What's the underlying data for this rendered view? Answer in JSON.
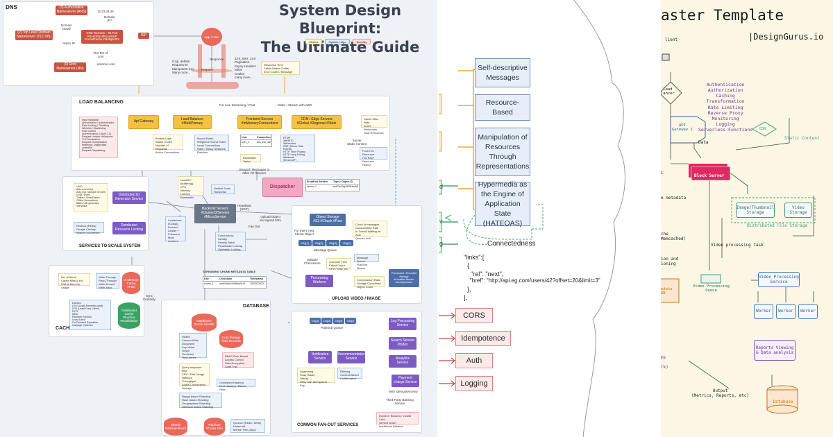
{
  "left": {
    "title_line1": "System Design Blueprint:",
    "title_line2": "The Ultimate Guide",
    "legend": [
      "Metrics",
      "Options / Algo",
      "Security"
    ],
    "dns": {
      "title": "DNS",
      "authoritative": "(3) Authoritative Nameserver (ANS)",
      "tld": "(2) Top Level Domain Nameserver (TLD NS)",
      "root": "(1) Root Nameserver (RN)",
      "resolver": "DNS Resolver - 53 Port\n#GeoDNS #Root #ISP\n#LocalCache #MultipleIPs",
      "isp": "ISP",
      "ip": "12.23.34.45",
      "domain_ip": "Domain\nIP?",
      "domain_detail": "Domain\nDetail",
      "ans_ip": "ANS's IP",
      "tld_ns": "TLD NS of\n.com",
      "amazon": "amazon.com"
    },
    "client": {
      "app_user": "App / User",
      "request": "Request",
      "response": "Response",
      "req_notes": "Gzip, deflate\nRequest ID\nIdempotent Key\nMany more...",
      "res_notes": "4XX, 5XX, 2XX\nPagination\nExpiry Headers\nMime\nCookie\nmany more...",
      "metrics_notes": "Response Time\nFailed Status Codes\nError Codes / Message"
    },
    "lb": {
      "title": "LOAD BALANCING",
      "live": "For Live Streaming / Chat",
      "static": "Static / Stream with ABR",
      "api_gateway": "Api Gateway",
      "load_balancer": "Load Balancer\n#MultiPrimary",
      "frontend": "Frontend Servers\n#InMemoryConnections",
      "cdn": "CDN / Edge Servers\n#Global #Regional #Stats",
      "gw_security": "Input Validation\nAuthorization / Authentication\nRate Limiting / Throttling\nWhitelist / Blacklisting\nFlow Control\nAuthentication (OAuth 2.0)\nRequest Header Validations\nTLS Termination\nRequest Deduplication\nMetering / Usage data collection\nRequest Dispatching",
      "gw_metrics": "Access Logs\nStatus Codes\nNumber of Requests\nActive Connections",
      "lb_algos": "Round Robin\nWeighted Round Robin\nLeast Connections\nHash / Sticky Sessions\nRandom",
      "fe_table_head": [
        "User",
        "Connection"
      ],
      "fe_table_row": [
        "user_1",
        "abs_inst_ddi"
      ],
      "fe_metrics": "Bandwidth\nTopics",
      "fe_protocols": "RTMP\nWebRTC\nWebsocket\nSSE (Server Side Events)\nHTTP Short Polling\nHTTP Long Polling\nWebhook\nStream API",
      "cdn_metrics": "Cache Miss Rate\nActive Resources\nTotal Resources",
      "server_static": "Server\nStatic Content",
      "cdn_algos": "Push Hot Resource\nPull Rare Resource\nHybrid",
      "dispatch_msg": "Dispatch Messages to\nother FE Servers",
      "dispatcher": "Dispatcher",
      "disp_table_head": [
        "FrontEnd Servers",
        "Topic / Object ID"
      ],
      "disp_table_row": [
        "server_1",
        "asd23sk3sj293f8asdb5"
      ]
    },
    "scale": {
      "title": "SERVICES TO SCALE SYSTEM",
      "id_notes": "UUID\nAuto Increment\nAuto Incr. Multiple Servers (Odd / Even)\nTwitter's SnowFlakes\nOffline Generations\nBaidu UID generator\nSonyflake",
      "id_gen": "Distributed ID\nGenerator Service",
      "lock_notes": "Redlock (Redis)\nGoogle Chubby\nApache Zookeeper",
      "lock": "Distributed\nResource Locking",
      "backend": "Backend Servers\n#ClusterOfServers\n#MicroService",
      "be_metrics": "Used/IO (buffering)\nCPU\nMemory\nLatency\nBandwidth",
      "scale_types": "Vertical Scale\nHorizontal",
      "leaders": "Leaderless\n#Gossip\nProtocol\nLeader +\nFollowers\nMulti Leaders",
      "concurrency": "Concurrency\nSerially\nSerially Batch\nPessimistic Locking\nOptimistic Locking",
      "heartbeat": "Heartbeat\n(UDP)",
      "fan_out": "Fan Out",
      "upload_url": "Upload Object\nvia Signed URL"
    },
    "upload": {
      "title": "UPLOAD VIDEO / IMAGE",
      "object_storage": "Object Storage\n#S3 #Chunk #Raw",
      "os_notes": "Count of messages\nConsumption Rate\nIn Transit Waiting for Acki\nQueue Limit",
      "every_chunk": "For every new\nChunk Object",
      "chunks": [
        "Obj[1]",
        "Obj[2]",
        "Obj[3]",
        "Obj[4]"
      ],
      "message_queue": "Message Queue",
      "validate": "Validate\nCheckssum",
      "mq_notes": "Compute Time\nFailed Count\nCPU / Disk, etc",
      "processing": "Processing\nWorkers",
      "queue_types": "Message Queue\nPub/Sub Queue",
      "processed": "Processed / Encoded\nStorage\n#Location #Index\n#Compression",
      "proc_notes": "Compression Ratio\nStorage Consumed\nObject Count"
    },
    "cache": {
      "title": "CACHE",
      "metrics": "No. of Items\nCache Miss & Hit\nDisk & Memory Usage",
      "strategies": "Write-Through\nRead-Through\nWrite-Around\nWrite-Back",
      "in_memory": "In Memory\nCache\n#Fast",
      "eviction": "Eviction\nLRU (Least Recently used)\nLFU (Least Freq. Used)\nFIFO\nMRU\nRandom Eviction\nLeast Used\nOn Demand Expiration\nGarbage Collector",
      "distributed": "Distributed\nCache\n#Eviction\n#Invalidation",
      "sync": "Sync\nCentrally"
    },
    "database": {
      "title": "DATABASE",
      "chunk_table_title": "STREAMING CHUNK METADATA TABLE",
      "chunk_head": [
        "Key",
        "Checksum",
        "Timestamp"
      ],
      "chunk_row": [
        "chunk_1",
        "asd53dw2ia2kf8eaSrdf",
        "1532873423"
      ],
      "db": "Databases\n#ACID #BASE",
      "db_types": "RDMS\nColumn Wide\nDocument\nKey-Value\nGraph\nGeoHash\nTime-series",
      "cold": "Cold Storage\n#Old Records",
      "security": "RBAC Role Based\nAccess Control\nData Encryption\nAudit Trail",
      "metrics": "Query response\ntime\nCPU / Disk Usage\nNetwork Throughput\nActive Connections\nStorage",
      "consistency": "Consistent Hashing\nMod Hashing / Bloom Filter",
      "sharding": "Range based Sharding\nHash based Sharding\nGeographical Sharding\nDirectory based Sharding",
      "shards": "Shards\n#Vertical #Horiz",
      "replicas": "Replicas\n#Cross Geo",
      "quorum": "Quorum (Read / Write)\nHinted off\nMerkle Tree (Algo)"
    },
    "fanout": {
      "title": "COMMON FAN-OUT SERVICES",
      "chunks": [
        "Obj[1]",
        "Obj[2]",
        "Obj[3]",
        "Obj[4]"
      ],
      "pubsub": "Pub/Sub Queue",
      "notification": "Notification\nService",
      "recommendation": "Recommendation\nService",
      "notif_notes": "Spamming\nSnap Waste\nDebug\nRetry with Idempotent Key",
      "rec_notes": "Filtering\nContent-Based\nCollaborative",
      "log": "Log Processing\nService",
      "search": "Search Service\n#Index",
      "analytics": "Analytics\nService",
      "payment": "Payment\ncharge Service",
      "idempotent": "With Idempotent Key",
      "third_party": "Third-Party Banking\nService",
      "errors": "Expired / Blocked / Invalid Card\nService Down\nInsufficient Balance"
    }
  },
  "middle": {
    "constraints": [
      "Self-descriptive\nMessages",
      "Resource-Based",
      "Manipulation of\nResources\nThrough\nRepresentations",
      "Hypermedia as\nthe Engine of\nApplication State\n(HATEOAS)"
    ],
    "connectedness": "Connectedness",
    "edge_letters": [
      "d",
      "v",
      "g"
    ],
    "code": [
      "\"links\":[",
      "  {",
      "    \"rel\": \"next\",",
      "    \"href\": \"http://api.eg.com/users/42?offset=20&limit=3\"",
      "  },",
      "],"
    ],
    "side_items": [
      "CORS",
      "Idempotence",
      "Auth",
      "Logging"
    ]
  },
  "right": {
    "title": "aster Template",
    "brand": "|DesignGurus.io",
    "client": "lient",
    "load_balancer": "Load\nlancer",
    "api_gateway": "API\nGateway 2",
    "gateway_duties": "Authentication\nAuthorization\nCaching\nTransformation\nRate Limiting\nReverse Proxy\nMonitoring\nLogging\nServerless Functions",
    "cdn": "CDN",
    "static_content": "Static Content",
    "data": "Data",
    "c_label": "C",
    "block_server": "Block Server",
    "metadata": "e metadata",
    "image_storage": "Image/Thumbnail\nStorage",
    "video_storage": "Video\nStorage",
    "dfs": "Distributed File Storage",
    "video_task": "Video processing task",
    "cache_fragment": "che\nMemcached)",
    "ion_fragment": "ion and\nioning",
    "vpq": "Video Processing\nQueue",
    "vps": "Video Processing\nService",
    "metadata_db": "adata\nDB",
    "workers": [
      "Worker",
      "Worker",
      "Worker"
    ],
    "reports": "Reports Viewing\n& Data analysis",
    "ms_fragment": "ms",
    "rk_fragment": "rk)",
    "output": "Output\n(Metrics, Reports, etc)",
    "database": "Database"
  }
}
